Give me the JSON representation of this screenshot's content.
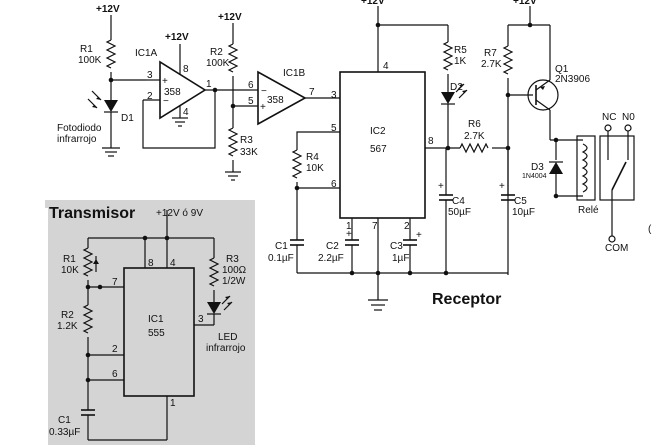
{
  "receptor": {
    "title": "Receptor",
    "supply": "+12V",
    "r1": {
      "name": "R1",
      "value": "100K"
    },
    "d1": {
      "name": "D1",
      "desc_line1": "Fotodiodo",
      "desc_line2": "infrarrojo"
    },
    "ic1a": {
      "name": "IC1A",
      "part": "358",
      "pins": {
        "inp": "3",
        "inn": "2",
        "vcc": "8",
        "gnd": "4",
        "out": "1"
      }
    },
    "r2": {
      "name": "R2",
      "value": "100K"
    },
    "r3": {
      "name": "R3",
      "value": "33K"
    },
    "ic1b": {
      "name": "IC1B",
      "part": "358",
      "pins": {
        "inn": "6",
        "inp": "5",
        "out": "7"
      }
    },
    "ic2": {
      "name": "IC2",
      "part": "567",
      "pins": {
        "p4": "4",
        "p3": "3",
        "p5": "5",
        "p6": "6",
        "p8": "8",
        "p1": "1",
        "p7": "7",
        "p2": "2"
      }
    },
    "r4": {
      "name": "R4",
      "value": "10K"
    },
    "c1": {
      "name": "C1",
      "value": "0.1µF"
    },
    "c2": {
      "name": "C2",
      "value": "2.2µF"
    },
    "c3": {
      "name": "C3",
      "value": "1µF"
    },
    "r5": {
      "name": "R5",
      "value": "1K"
    },
    "d2": {
      "name": "D2"
    },
    "r6": {
      "name": "R6",
      "value": "2.7K"
    },
    "c4": {
      "name": "C4",
      "value": "50µF"
    },
    "r7": {
      "name": "R7",
      "value": "2.7K"
    },
    "q1": {
      "name": "Q1",
      "part": "2N3906"
    },
    "c5": {
      "name": "C5",
      "value": "10µF"
    },
    "d3": {
      "name": "D3",
      "part": "1N4004"
    },
    "relay": {
      "label": "Relé",
      "nc": "NC",
      "no": "N0",
      "com": "COM"
    },
    "plus": "+"
  },
  "transmisor": {
    "title": "Transmisor",
    "supply": "+12V ó 9V",
    "r1": {
      "name": "R1",
      "value": "10K"
    },
    "r2": {
      "name": "R2",
      "value": "1.2K"
    },
    "r3": {
      "name": "R3",
      "value_line1": "100Ω",
      "value_line2": "1/2W"
    },
    "ic1": {
      "name": "IC1",
      "part": "555",
      "pins": {
        "p8": "8",
        "p4": "4",
        "p7": "7",
        "p3": "3",
        "p2": "2",
        "p6": "6",
        "p1": "1"
      }
    },
    "led": {
      "line1": "LED",
      "line2": "infrarrojo"
    },
    "c1": {
      "name": "C1",
      "value": "0.33µF"
    }
  },
  "stray_text": "("
}
